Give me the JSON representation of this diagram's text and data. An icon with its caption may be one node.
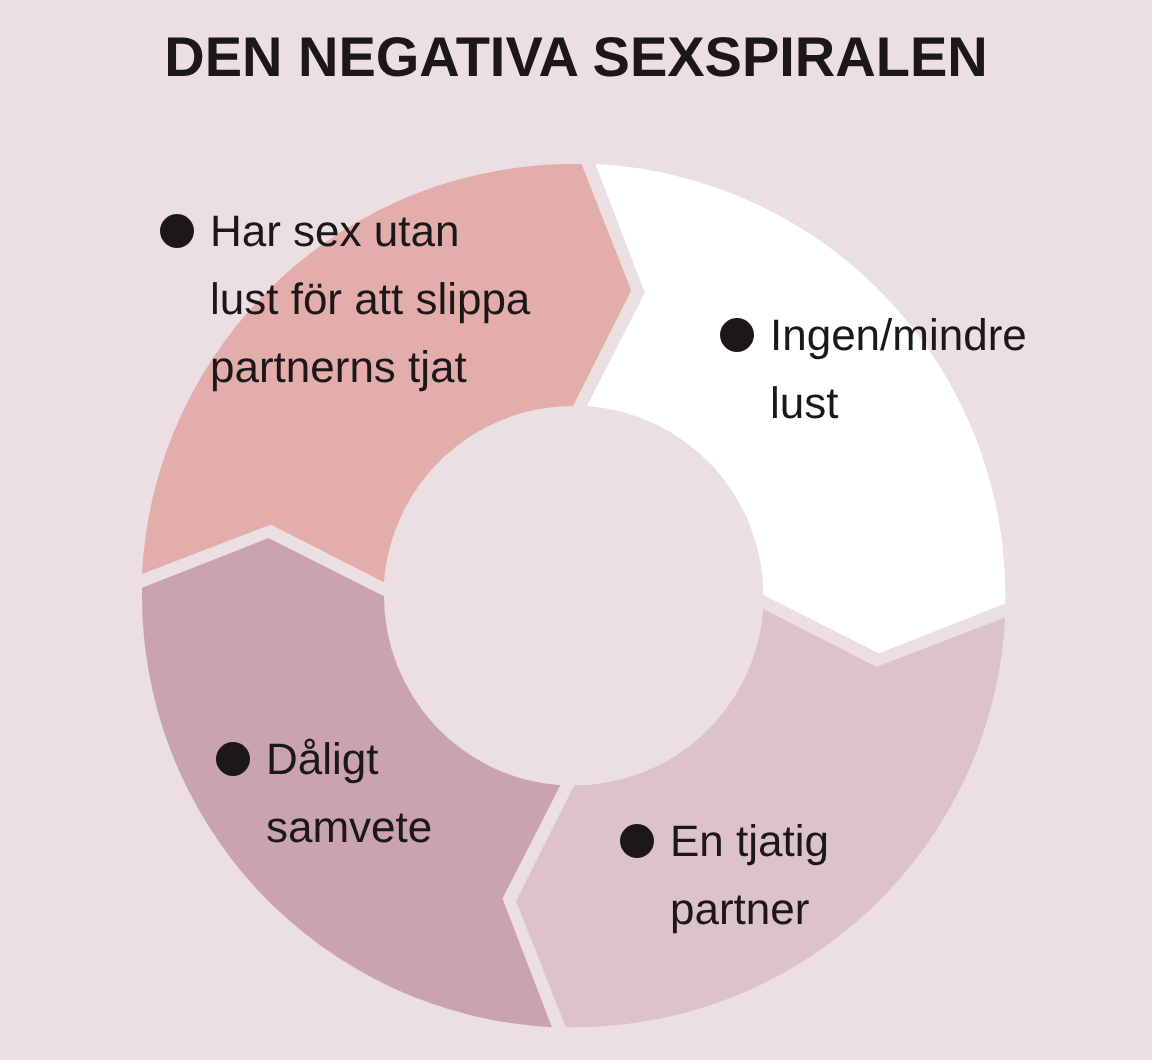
{
  "diagram": {
    "title": "DEN NEGATIVA SEXSPIRALEN",
    "nodes": [
      {
        "text": [
          "Har sex utan lust för att slippa partnerns tjat"
        ]
      },
      {
        "text": [
          "Ingen/mindre lust"
        ]
      },
      {
        "text": [
          "En tjatig partner"
        ]
      },
      {
        "text": [
          "Dåligt samvete"
        ]
      }
    ]
  }
}
